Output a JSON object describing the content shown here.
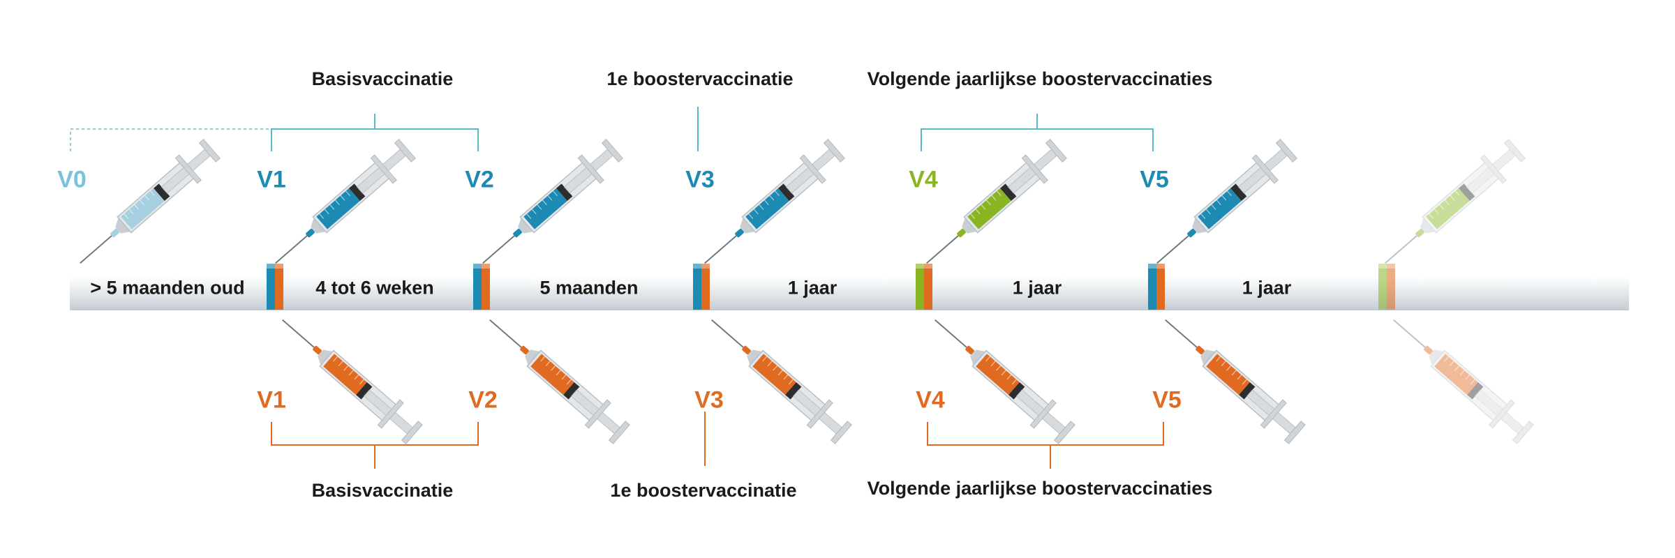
{
  "colors": {
    "primary": "#1c8ab3",
    "primary_light": "#7ac1db",
    "secondary": "#e06a1f",
    "accent_green": "#8ab523",
    "bracket": "#5ab7c7"
  },
  "timeline": {
    "intervals": [
      "> 5 maanden oud",
      "4 tot 6 weken",
      "5 maanden",
      "1 jaar",
      "1 jaar",
      "1 jaar"
    ]
  },
  "top_labels": {
    "vaccinations": [
      "V0",
      "V1",
      "V2",
      "V3",
      "V4",
      "V5"
    ],
    "phases": [
      "Basisvaccinatie",
      "1e boostervaccinatie",
      "Volgende jaarlijkse boostervaccinaties"
    ]
  },
  "bottom_labels": {
    "vaccinations": [
      "V1",
      "V2",
      "V3",
      "V4",
      "V5"
    ],
    "phases": [
      "Basisvaccinatie",
      "1e boostervaccinatie",
      "Volgende jaarlijkse boostervaccinaties"
    ]
  }
}
